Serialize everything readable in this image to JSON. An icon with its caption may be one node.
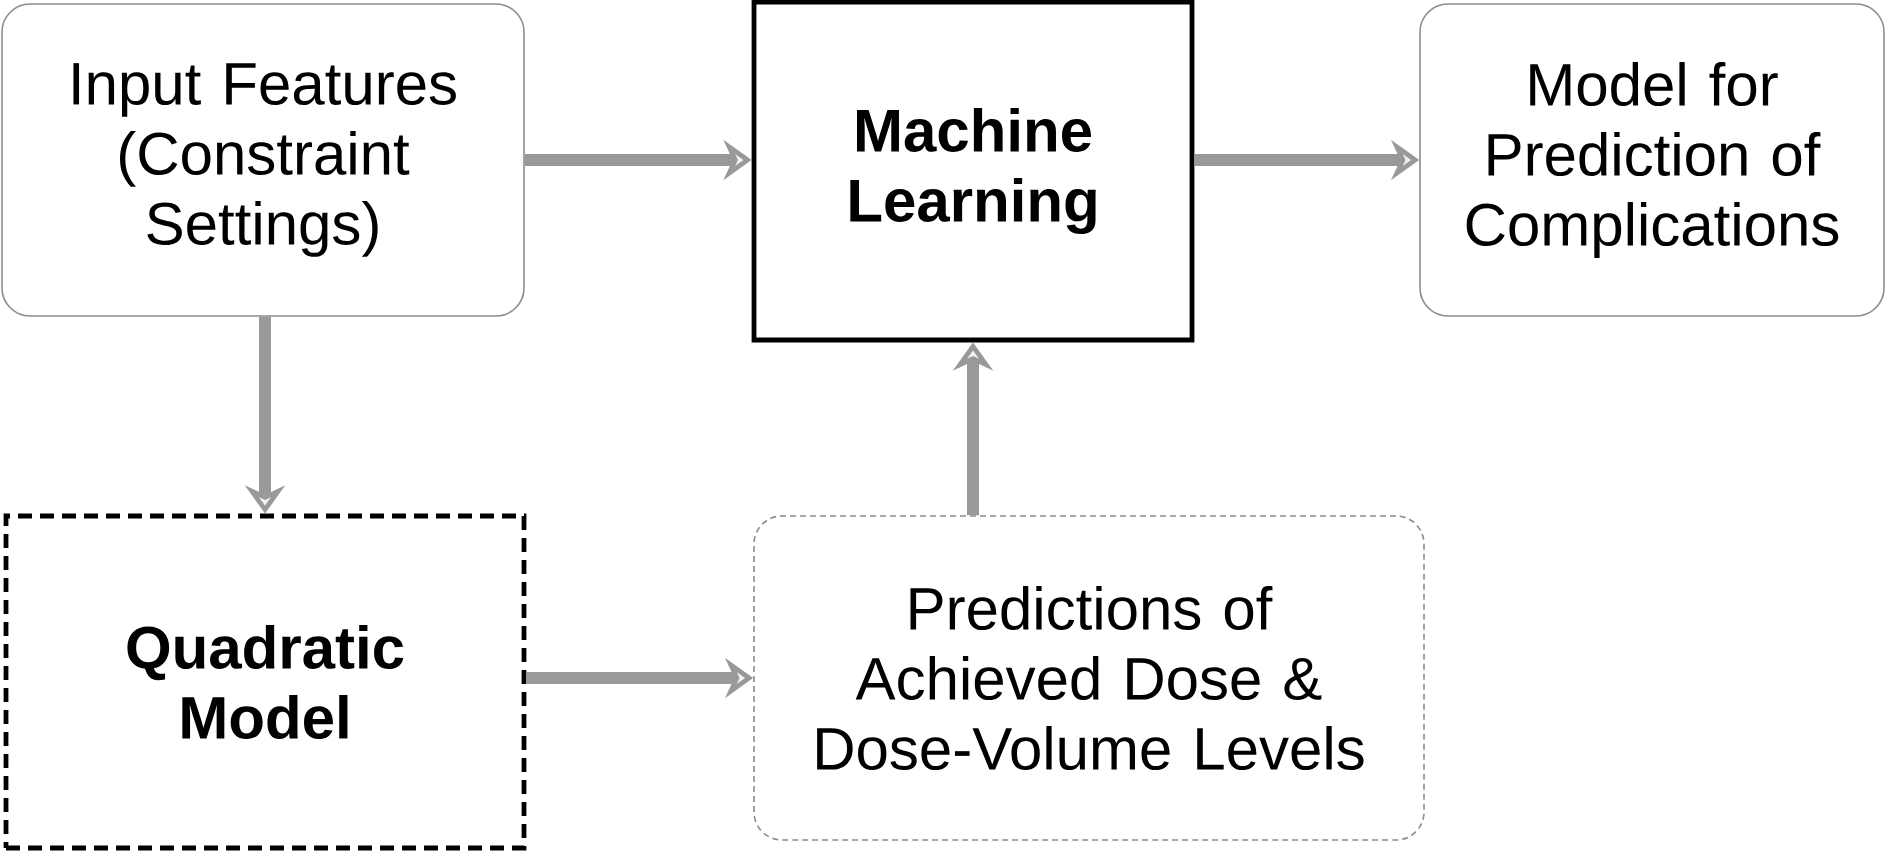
{
  "diagram": {
    "nodes": [
      {
        "text": [
          "Input Features (Constraint Settings)"
        ]
      },
      {
        "text": [
          "Machine Learning"
        ]
      },
      {
        "text": [
          "Model for Prediction of Complications"
        ]
      },
      {
        "text": [
          "Quadratic Model"
        ]
      },
      {
        "text": [
          "Predictions of Achieved Dose & Dose-Volume Levels"
        ]
      }
    ],
    "edges": [
      {
        "from": 0,
        "to": 1,
        "arrow": "to"
      },
      {
        "from": 1,
        "to": 2,
        "arrow": "to"
      },
      {
        "from": 0,
        "to": 3,
        "arrow": "to"
      },
      {
        "from": 3,
        "to": 4,
        "arrow": "to"
      },
      {
        "from": 4,
        "to": 1,
        "arrow": "to"
      }
    ]
  }
}
